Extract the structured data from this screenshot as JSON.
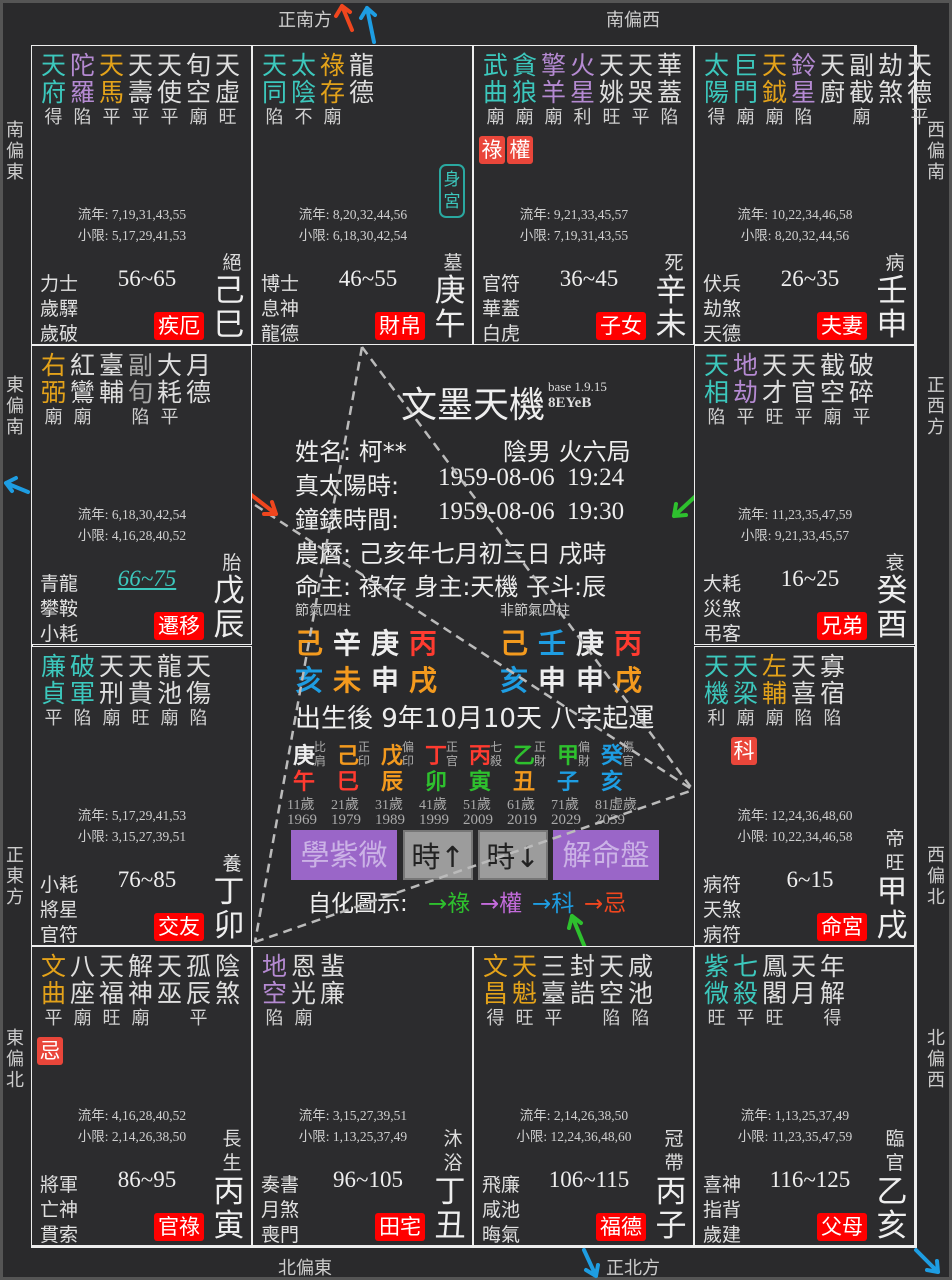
{
  "directions": {
    "top": [
      "正南方",
      "南偏西"
    ],
    "bottom": [
      "北偏東",
      "正北方"
    ],
    "left": [
      "南偏東",
      "東偏南",
      "正東方",
      "東偏北"
    ],
    "right": [
      "西偏南",
      "正西方",
      "西偏北",
      "北偏西"
    ]
  },
  "palaces": [
    {
      "branch_pos": "si",
      "stars": [
        [
          "天府",
          "得",
          "main"
        ],
        [
          "陀羅",
          "陷",
          "sha"
        ],
        [
          "天馬",
          "平",
          "aux"
        ],
        [
          "天壽",
          "平",
          "min"
        ],
        [
          "天使",
          "平",
          "min"
        ],
        [
          "旬空",
          "廟",
          "min"
        ],
        [
          "天虛",
          "旺",
          "min"
        ]
      ],
      "sihua": [],
      "liunian": "流年: 7,19,31,43,55",
      "xiaoxian": "小限: 5,17,29,41,53",
      "decade": "56~65",
      "gods": [
        "力士",
        "歲驛",
        "歲破"
      ],
      "name": "疾厄",
      "changsheng": "絕",
      "ganzhi": "己巳"
    },
    {
      "branch_pos": "wu",
      "stars": [
        [
          "天同",
          "陷",
          "main"
        ],
        [
          "太陰",
          "不",
          "main"
        ],
        [
          "祿存",
          "廟",
          "aux"
        ],
        [
          "龍德",
          "",
          "min"
        ]
      ],
      "sihua": [],
      "shen": "身宮",
      "liunian": "流年: 8,20,32,44,56",
      "xiaoxian": "小限: 6,18,30,42,54",
      "decade": "46~55",
      "gods": [
        "博士",
        "息神",
        "龍德"
      ],
      "name": "財帛",
      "changsheng": "墓",
      "ganzhi": "庚午"
    },
    {
      "branch_pos": "wei",
      "stars": [
        [
          "武曲",
          "廟",
          "main"
        ],
        [
          "貪狼",
          "廟",
          "main"
        ],
        [
          "擎羊",
          "廟",
          "sha"
        ],
        [
          "火星",
          "利",
          "sha"
        ],
        [
          "天姚",
          "旺",
          "min"
        ],
        [
          "天哭",
          "平",
          "min"
        ],
        [
          "華蓋",
          "陷",
          "min"
        ]
      ],
      "sihua": [
        "祿",
        "權"
      ],
      "liunian": "流年: 9,21,33,45,57",
      "xiaoxian": "小限: 7,19,31,43,55",
      "decade": "36~45",
      "gods": [
        "官符",
        "華蓋",
        "白虎"
      ],
      "name": "子女",
      "changsheng": "死",
      "ganzhi": "辛未"
    },
    {
      "branch_pos": "shen",
      "stars": [
        [
          "太陽",
          "得",
          "main"
        ],
        [
          "巨門",
          "廟",
          "main"
        ],
        [
          "天鉞",
          "廟",
          "aux"
        ],
        [
          "鈴星",
          "陷",
          "sha"
        ],
        [
          "天廚",
          "",
          "min"
        ],
        [
          "副截",
          "廟",
          "min"
        ],
        [
          "劫煞",
          "",
          "min"
        ],
        [
          "天德",
          "平",
          "min"
        ]
      ],
      "sihua": [],
      "liunian": "流年: 10,22,34,46,58",
      "xiaoxian": "小限: 8,20,32,44,56",
      "decade": "26~35",
      "gods": [
        "伏兵",
        "劫煞",
        "天德"
      ],
      "name": "夫妻",
      "changsheng": "病",
      "ganzhi": "壬申"
    },
    {
      "branch_pos": "chen",
      "stars": [
        [
          "右弼",
          "廟",
          "aux"
        ],
        [
          "紅鸞",
          "廟",
          "min"
        ],
        [
          "臺輔",
          "",
          "min"
        ],
        [
          "副旬",
          "陷",
          "dim"
        ],
        [
          "大耗",
          "平",
          "min"
        ],
        [
          "月德",
          "",
          "min"
        ]
      ],
      "sihua": [],
      "liunian": "流年: 6,18,30,42,54",
      "xiaoxian": "小限: 4,16,28,40,52",
      "decade": "66~75",
      "current": true,
      "gods": [
        "青龍",
        "攀鞍",
        "小耗"
      ],
      "name": "遷移",
      "changsheng": "胎",
      "ganzhi": "戊辰"
    },
    {
      "branch_pos": "you",
      "stars": [
        [
          "天相",
          "陷",
          "main"
        ],
        [
          "地劫",
          "平",
          "sha"
        ],
        [
          "天才",
          "旺",
          "min"
        ],
        [
          "天官",
          "平",
          "min"
        ],
        [
          "截空",
          "廟",
          "min"
        ],
        [
          "破碎",
          "平",
          "min"
        ]
      ],
      "sihua": [],
      "liunian": "流年: 11,23,35,47,59",
      "xiaoxian": "小限: 9,21,33,45,57",
      "decade": "16~25",
      "gods": [
        "大耗",
        "災煞",
        "弔客"
      ],
      "name": "兄弟",
      "changsheng": "衰",
      "ganzhi": "癸酉"
    },
    {
      "branch_pos": "mao",
      "stars": [
        [
          "廉貞",
          "平",
          "main"
        ],
        [
          "破軍",
          "陷",
          "main"
        ],
        [
          "天刑",
          "廟",
          "min"
        ],
        [
          "天貴",
          "旺",
          "min"
        ],
        [
          "龍池",
          "廟",
          "min"
        ],
        [
          "天傷",
          "陷",
          "min"
        ]
      ],
      "sihua": [],
      "liunian": "流年: 5,17,29,41,53",
      "xiaoxian": "小限: 3,15,27,39,51",
      "decade": "76~85",
      "gods": [
        "小耗",
        "將星",
        "官符"
      ],
      "name": "交友",
      "changsheng": "養",
      "ganzhi": "丁卯"
    },
    {
      "branch_pos": "xu",
      "stars": [
        [
          "天機",
          "利",
          "main"
        ],
        [
          "天梁",
          "廟",
          "main"
        ],
        [
          "左輔",
          "廟",
          "aux"
        ],
        [
          "天喜",
          "陷",
          "min"
        ],
        [
          "寡宿",
          "陷",
          "min"
        ]
      ],
      "sihua": [
        "",
        "科"
      ],
      "liunian": "流年: 12,24,36,48,60",
      "xiaoxian": "小限: 10,22,34,46,58",
      "decade": "6~15",
      "gods": [
        "病符",
        "天煞",
        "病符"
      ],
      "name": "命宮",
      "changsheng": "帝旺",
      "ganzhi": "甲戌"
    },
    {
      "branch_pos": "yin",
      "stars": [
        [
          "文曲",
          "平",
          "aux"
        ],
        [
          "八座",
          "廟",
          "min"
        ],
        [
          "天福",
          "旺",
          "min"
        ],
        [
          "解神",
          "廟",
          "min"
        ],
        [
          "天巫",
          "",
          "min"
        ],
        [
          "孤辰",
          "平",
          "min"
        ],
        [
          "陰煞",
          "",
          "min"
        ]
      ],
      "sihua": [
        "忌"
      ],
      "liunian": "流年: 4,16,28,40,52",
      "xiaoxian": "小限: 2,14,26,38,50",
      "decade": "86~95",
      "gods": [
        "將軍",
        "亡神",
        "貫索"
      ],
      "name": "官祿",
      "changsheng": "長生",
      "ganzhi": "丙寅"
    },
    {
      "branch_pos": "chou",
      "stars": [
        [
          "地空",
          "陷",
          "sha"
        ],
        [
          "恩光",
          "廟",
          "min"
        ],
        [
          "蜚廉",
          "",
          "min"
        ]
      ],
      "sihua": [],
      "liunian": "流年: 3,15,27,39,51",
      "xiaoxian": "小限: 1,13,25,37,49",
      "decade": "96~105",
      "gods": [
        "奏書",
        "月煞",
        "喪門"
      ],
      "name": "田宅",
      "changsheng": "沐浴",
      "ganzhi": "丁丑"
    },
    {
      "branch_pos": "zi",
      "stars": [
        [
          "文昌",
          "得",
          "aux"
        ],
        [
          "天魁",
          "旺",
          "aux"
        ],
        [
          "三臺",
          "平",
          "min"
        ],
        [
          "封誥",
          "",
          "min"
        ],
        [
          "天空",
          "陷",
          "min"
        ],
        [
          "咸池",
          "陷",
          "min"
        ]
      ],
      "sihua": [],
      "liunian": "流年: 2,14,26,38,50",
      "xiaoxian": "小限: 12,24,36,48,60",
      "decade": "106~115",
      "gods": [
        "飛廉",
        "咸池",
        "晦氣"
      ],
      "name": "福德",
      "changsheng": "冠帶",
      "ganzhi": "丙子"
    },
    {
      "branch_pos": "hai",
      "stars": [
        [
          "紫微",
          "旺",
          "main"
        ],
        [
          "七殺",
          "平",
          "main"
        ],
        [
          "鳳閣",
          "旺",
          "min"
        ],
        [
          "天月",
          "",
          "min"
        ],
        [
          "年解",
          "得",
          "min"
        ]
      ],
      "sihua": [],
      "liunian": "流年: 1,13,25,37,49",
      "xiaoxian": "小限: 11,23,35,47,59",
      "decade": "116~125",
      "gods": [
        "喜神",
        "指背",
        "歲建"
      ],
      "name": "父母",
      "changsheng": "臨官",
      "ganzhi": "乙亥"
    }
  ],
  "center": {
    "title": "文墨天機",
    "version": "base 1.9.15",
    "code": "8EYeB",
    "name_line": "姓名: 柯**",
    "gender_ju": "陰男 火六局",
    "solar_label": "真太陽時:",
    "solar_value": "1959-08-06  19:24",
    "clock_label": "鐘錶時間:",
    "clock_value": "1959-08-06  19:30",
    "lunar": "農曆: 己亥年七月初三日 戌時",
    "masters": "命主: 祿存 身主:天機  子斗:辰",
    "jieqi_label": "節氣四柱",
    "nonjieqi_label": "非節氣四柱",
    "jieqi": {
      "stems": [
        [
          "己",
          "#f39a1e"
        ],
        [
          "辛",
          "#eeeeee"
        ],
        [
          "庚",
          "#eeeeee"
        ],
        [
          "丙",
          "#ff3b30"
        ]
      ],
      "branches": [
        [
          "亥",
          "#1e9de2"
        ],
        [
          "未",
          "#f39a1e"
        ],
        [
          "申",
          "#eeeeee"
        ],
        [
          "戌",
          "#f39a1e"
        ]
      ]
    },
    "nonjieqi": {
      "stems": [
        [
          "己",
          "#f39a1e"
        ],
        [
          "壬",
          "#1e9de2"
        ],
        [
          "庚",
          "#eeeeee"
        ],
        [
          "丙",
          "#ff3b30"
        ]
      ],
      "branches": [
        [
          "亥",
          "#1e9de2"
        ],
        [
          "申",
          "#eeeeee"
        ],
        [
          "申",
          "#eeeeee"
        ],
        [
          "戌",
          "#f39a1e"
        ]
      ]
    },
    "start_luck": "出生後 9年10月10天 八字起運",
    "dayun": [
      {
        "stem": "庚",
        "sc": "#eeeeee",
        "branch": "午",
        "bc": "#ff3b30",
        "god": "比肩",
        "age": "11歲",
        "year": "1969"
      },
      {
        "stem": "己",
        "sc": "#f39a1e",
        "branch": "巳",
        "bc": "#ff3b30",
        "god": "正印",
        "age": "21歲",
        "year": "1979"
      },
      {
        "stem": "戊",
        "sc": "#f39a1e",
        "branch": "辰",
        "bc": "#f39a1e",
        "god": "偏印",
        "age": "31歲",
        "year": "1989"
      },
      {
        "stem": "丁",
        "sc": "#ff3b30",
        "branch": "卯",
        "bc": "#2ec02e",
        "god": "正官",
        "age": "41歲",
        "year": "1999"
      },
      {
        "stem": "丙",
        "sc": "#ff3b30",
        "branch": "寅",
        "bc": "#2ec02e",
        "god": "七殺",
        "age": "51歲",
        "year": "2009"
      },
      {
        "stem": "乙",
        "sc": "#2ec02e",
        "branch": "丑",
        "bc": "#f39a1e",
        "god": "正財",
        "age": "61歲",
        "year": "2019"
      },
      {
        "stem": "甲",
        "sc": "#2ec02e",
        "branch": "子",
        "bc": "#1e9de2",
        "god": "偏財",
        "age": "71歲",
        "year": "2029"
      },
      {
        "stem": "癸",
        "sc": "#1e9de2",
        "branch": "亥",
        "bc": "#1e9de2",
        "god": "傷官",
        "age": "81虛歲",
        "year": "2039"
      }
    ],
    "buttons": {
      "learn": "學紫微",
      "hour_up": "時↑",
      "hour_down": "時↓",
      "interpret": "解命盤"
    },
    "legend_label": "自化圖示:",
    "legend": [
      {
        "t": "→祿",
        "c": "#2ec02e"
      },
      {
        "t": "→權",
        "c": "#c36bdb"
      },
      {
        "t": "→科",
        "c": "#1e9de2"
      },
      {
        "t": "→忌",
        "c": "#f0461e"
      }
    ]
  }
}
